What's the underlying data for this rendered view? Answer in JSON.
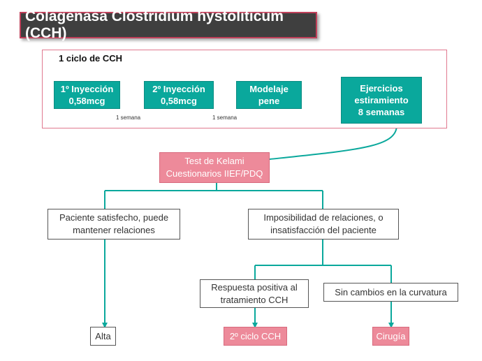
{
  "title": "Colagenasa Clostridium hystoliticum (CCH)",
  "cycle": {
    "label": "1 ciclo de CCH",
    "steps": [
      {
        "line1": "1º Inyección",
        "line2": "0,58mcg"
      },
      {
        "line1": "2º Inyección",
        "line2": "0,58mcg"
      },
      {
        "line1": "Modelaje",
        "line2": "pene"
      },
      {
        "line1": "Ejercicios",
        "line2": "estiramiento",
        "line3": "8 semanas"
      }
    ],
    "intervals": [
      "1 semana",
      "1 semana"
    ]
  },
  "test": {
    "line1": "Test de Kelami",
    "line2": "Cuestionarios IIEF/PDQ"
  },
  "branches": {
    "left": {
      "line1": "Paciente satisfecho, puede",
      "line2": "mantener relaciones"
    },
    "right": {
      "line1": "Imposibilidad de relaciones, o",
      "line2": "insatisfacción del paciente"
    }
  },
  "subbranches": {
    "positive": {
      "line1": "Respuesta positiva al",
      "line2": "tratamiento CCH"
    },
    "nochange": {
      "line1": "Sin cambios en la curvatura"
    }
  },
  "outcomes": {
    "alta": "Alta",
    "second_cycle": "2º ciclo CCH",
    "surgery": "Cirugía"
  },
  "colors": {
    "teal": "#0aa89c",
    "pink": "#ed8a9a",
    "title_bg": "#3f3f3f",
    "frame_border": "#e0788f"
  }
}
